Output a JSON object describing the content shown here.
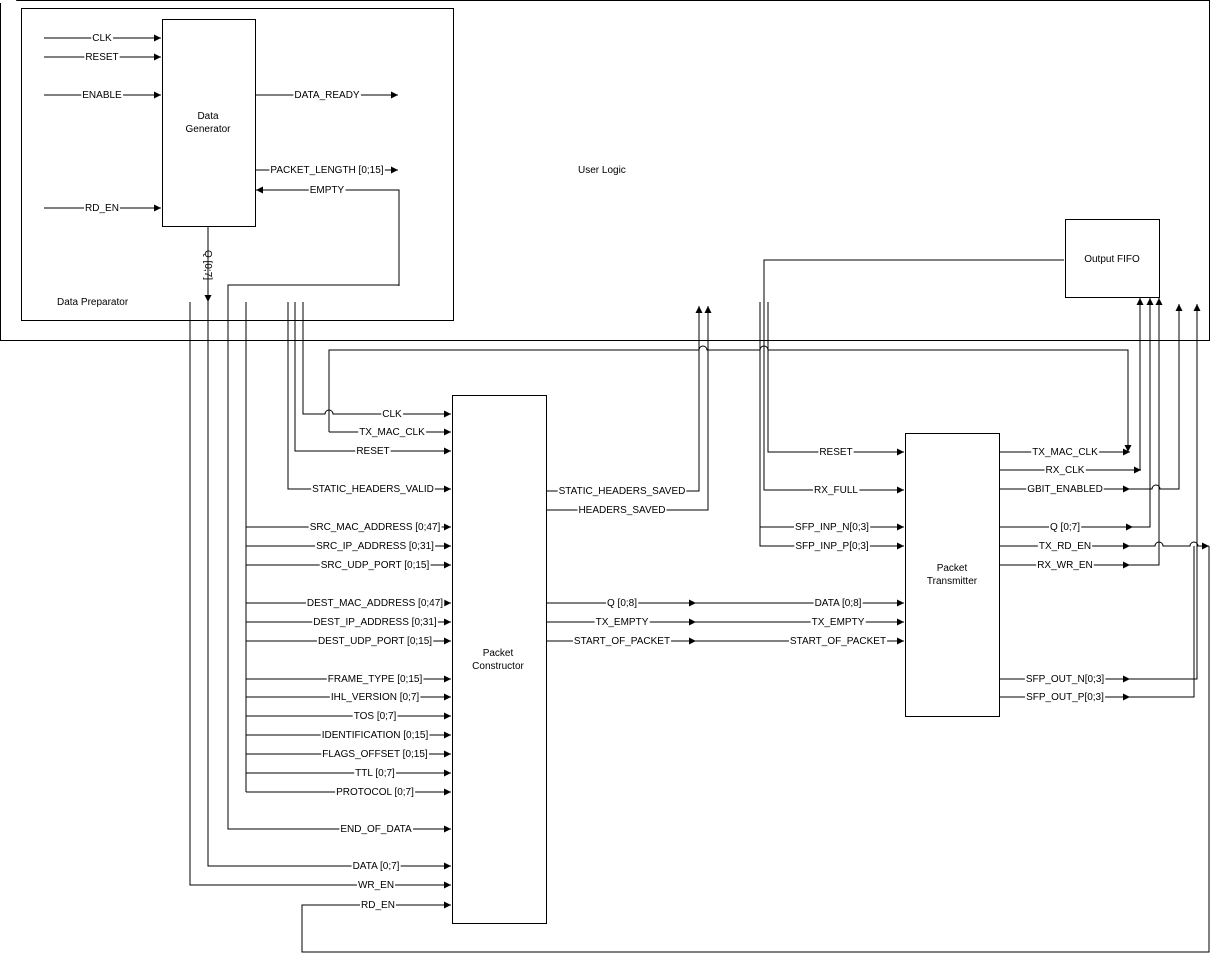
{
  "colors": {
    "stroke": "#000000",
    "background": "#ffffff"
  },
  "regions": {
    "user_logic": "User Logic",
    "data_preparator": "Data Preparator"
  },
  "blocks": {
    "data_generator": [
      "Data",
      "Generator"
    ],
    "packet_constructor": [
      "Packet",
      "Constructor"
    ],
    "packet_transmitter": [
      "Packet",
      "Transmitter"
    ],
    "output_fifo": "Output FIFO"
  },
  "signals": {
    "dg_clk": "CLK",
    "dg_reset": "RESET",
    "dg_enable": "ENABLE",
    "dg_rd_en": "RD_EN",
    "dg_data_ready": "DATA_READY",
    "dg_packet_length": "PACKET_LENGTH [0;15]",
    "dg_empty": "EMPTY",
    "dg_q": "Q [0;7]",
    "pc_clk": "CLK",
    "pc_tx_mac_clk": "TX_MAC_CLK",
    "pc_reset": "RESET",
    "pc_static_headers_valid": "STATIC_HEADERS_VALID",
    "pc_src_mac": "SRC_MAC_ADDRESS [0;47]",
    "pc_src_ip": "SRC_IP_ADDRESS [0;31]",
    "pc_src_udp": "SRC_UDP_PORT [0;15]",
    "pc_dest_mac": "DEST_MAC_ADDRESS [0;47]",
    "pc_dest_ip": "DEST_IP_ADDRESS [0;31]",
    "pc_dest_udp": "DEST_UDP_PORT [0;15]",
    "pc_frame_type": "FRAME_TYPE [0;15]",
    "pc_ihl_version": "IHL_VERSION [0;7]",
    "pc_tos": "TOS [0;7]",
    "pc_identification": "IDENTIFICATION [0;15]",
    "pc_flags_offset": "FLAGS_OFFSET [0;15]",
    "pc_ttl": "TTL  [0;7]",
    "pc_protocol": "PROTOCOL [0;7]",
    "pc_end_of_data": "END_OF_DATA",
    "pc_data": "DATA [0;7]",
    "pc_wr_en": "WR_EN",
    "pc_rd_en": "RD_EN",
    "pc_static_headers_saved": "STATIC_HEADERS_SAVED",
    "pc_headers_saved": "HEADERS_SAVED",
    "pc_q": "Q [0;8]",
    "pc_tx_empty": "TX_EMPTY",
    "pc_start_of_packet": "START_OF_PACKET",
    "pt_reset": "RESET",
    "pt_rx_full": "RX_FULL",
    "pt_sfp_inp_n": "SFP_INP_N[0;3]",
    "pt_sfp_inp_p": "SFP_INP_P[0;3]",
    "pt_data": "DATA [0;8]",
    "pt_tx_empty": "TX_EMPTY",
    "pt_start_of_packet": "START_OF_PACKET",
    "pt_tx_mac_clk": "TX_MAC_CLK",
    "pt_rx_clk": "RX_CLK",
    "pt_gbit_enabled": "GBIT_ENABLED",
    "pt_q": "Q [0;7]",
    "pt_tx_rd_en": "TX_RD_EN",
    "pt_rx_wr_en": "RX_WR_EN",
    "pt_sfp_out_n": "SFP_OUT_N[0;3]",
    "pt_sfp_out_p": "SFP_OUT_P[0;3]"
  }
}
